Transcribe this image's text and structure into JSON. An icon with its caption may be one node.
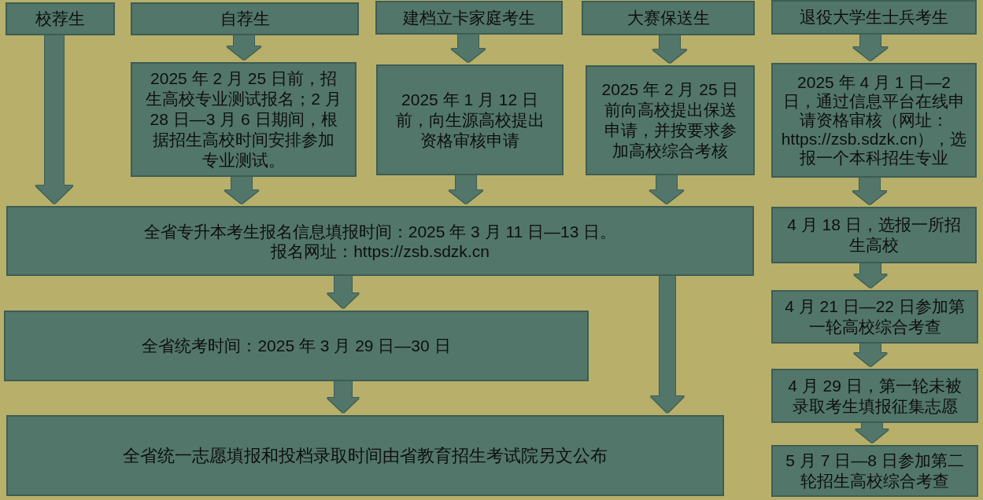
{
  "diagram": {
    "nodes": [
      {
        "text": [
          "校荐生"
        ]
      },
      {
        "text": [
          "自荐生"
        ]
      },
      {
        "text": [
          "建档立卡家庭考生"
        ]
      },
      {
        "text": [
          "大赛保送生"
        ]
      },
      {
        "text": [
          "退役大学生士兵考生"
        ]
      },
      {
        "text": [
          "2025 年 2 月 25 日前，招生高校专业测试报名；2 月 28 日—3 月 6 日期间，根据招生高校时间安排参加专业测试。"
        ]
      },
      {
        "text": [
          "2025 年 1 月 12 日前，向生源高校提出资格审核申请"
        ]
      },
      {
        "text": [
          "2025 年 2 月 25 日前向高校提出保送申请，并按要求参加高校综合考核"
        ]
      },
      {
        "text": [
          "2025 年 4 月 1 日—2 日，通过信息平台在线申请资格审核（网址：https://zsb.sdzk.cn），选报一个本科招生专业"
        ]
      },
      {
        "text": [
          "全省专升本考生报名信息填报时间：2025 年 3 月 11 日—13 日。",
          "报名网址：https://zsb.sdzk.cn"
        ]
      },
      {
        "text": [
          "4 月 18 日，选报一所招生高校"
        ]
      },
      {
        "text": [
          "全省统考时间：2025 年 3 月 29 日—30 日"
        ]
      },
      {
        "text": [
          "4 月 21 日—22 日参加第一轮高校综合考查"
        ]
      },
      {
        "text": [
          "全省统一志愿填报和投档录取时间由省教育招生考试院另文公布"
        ]
      },
      {
        "text": [
          "4 月 29 日，第一轮未被录取考生填报征集志愿"
        ]
      },
      {
        "text": [
          "5 月 7 日—8 日参加第二轮招生高校综合考查"
        ]
      }
    ],
    "edges": [
      {
        "from": 0,
        "to": 9,
        "arrow": "to"
      },
      {
        "from": 1,
        "to": 5,
        "arrow": "to"
      },
      {
        "from": 2,
        "to": 6,
        "arrow": "to"
      },
      {
        "from": 3,
        "to": 7,
        "arrow": "to"
      },
      {
        "from": 4,
        "to": 8,
        "arrow": "to"
      },
      {
        "from": 5,
        "to": 9,
        "arrow": "to"
      },
      {
        "from": 6,
        "to": 9,
        "arrow": "to"
      },
      {
        "from": 7,
        "to": 9,
        "arrow": "to"
      },
      {
        "from": 8,
        "to": 10,
        "arrow": "to"
      },
      {
        "from": 9,
        "to": 11,
        "arrow": "to"
      },
      {
        "from": 9,
        "to": 13,
        "arrow": "to"
      },
      {
        "from": 10,
        "to": 12,
        "arrow": "to"
      },
      {
        "from": 11,
        "to": 13,
        "arrow": "to"
      },
      {
        "from": 12,
        "to": 14,
        "arrow": "to"
      },
      {
        "from": 14,
        "to": 15,
        "arrow": "to"
      }
    ]
  }
}
